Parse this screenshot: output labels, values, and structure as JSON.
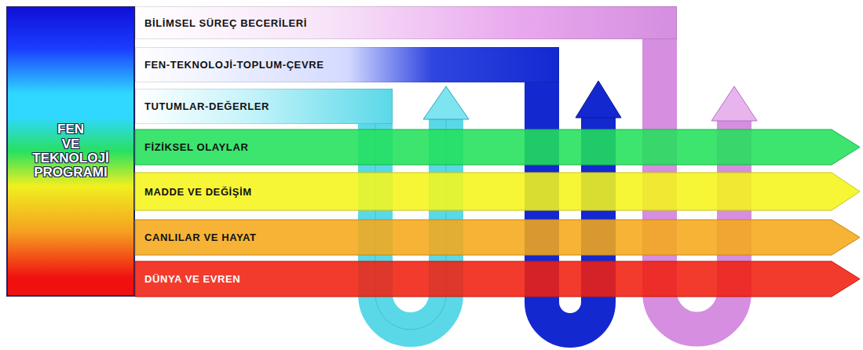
{
  "diagram": {
    "nodes": [
      {
        "text": [
          "FEN VE TEKNOLOJİ PROGRAMI"
        ]
      },
      {
        "text": [
          "BİLİMSEL SÜREÇ BECERİLERİ"
        ]
      },
      {
        "text": [
          "FEN-TEKNOLOJİ-TOPLUM-ÇEVRE"
        ]
      },
      {
        "text": [
          "TUTUMLAR-DEĞERLER"
        ]
      },
      {
        "text": [
          "FİZİKSEL OLAYLAR"
        ]
      },
      {
        "text": [
          "MADDE VE DEĞİŞİM"
        ]
      },
      {
        "text": [
          "CANLILAR VE HAYAT"
        ]
      },
      {
        "text": [
          "DÜNYA VE EVREN"
        ]
      }
    ]
  }
}
